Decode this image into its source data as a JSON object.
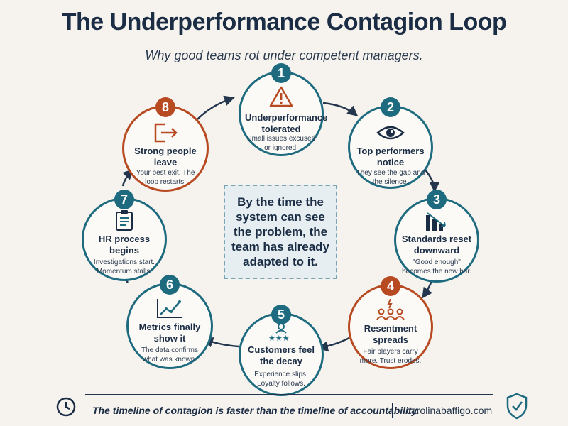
{
  "title": "The Underperformance Contagion Loop",
  "subtitle": "Why good teams rot under competent managers.",
  "center_text": "By the time the system can see the problem, the team has already adapted to it.",
  "colors": {
    "teal": "#1e6b80",
    "orange": "#b84a22",
    "navy": "#1b2d45"
  },
  "nodes": [
    {
      "num": "1",
      "title": "Underperformance tolerated",
      "desc": "Small issues excused or ignored.",
      "icon": "warning-icon"
    },
    {
      "num": "2",
      "title": "Top performers notice",
      "desc": "They see the gap and the silence.",
      "icon": "eye-icon"
    },
    {
      "num": "3",
      "title": "Standards reset downward",
      "desc": "\"Good enough\" becomes the new bar.",
      "icon": "declining-bars-icon"
    },
    {
      "num": "4",
      "title": "Resentment spreads",
      "desc": "Fair players carry more. Trust erodes.",
      "icon": "people-lightning-icon"
    },
    {
      "num": "5",
      "title": "Customers feel the decay",
      "desc": "Experience slips. Loyalty follows.",
      "icon": "customer-stars-icon"
    },
    {
      "num": "6",
      "title": "Metrics finally show it",
      "desc": "The data confirms what was known.",
      "icon": "line-chart-icon"
    },
    {
      "num": "7",
      "title": "HR process begins",
      "desc": "Investigations start. Momentum stalls.",
      "icon": "clipboard-icon"
    },
    {
      "num": "8",
      "title": "Strong people leave",
      "desc": "Your best exit. The loop restarts.",
      "icon": "exit-door-icon"
    }
  ],
  "footer": {
    "tagline": "The timeline of contagion is faster than the timeline of accountability.",
    "site": "carolinabaffigo.com"
  }
}
